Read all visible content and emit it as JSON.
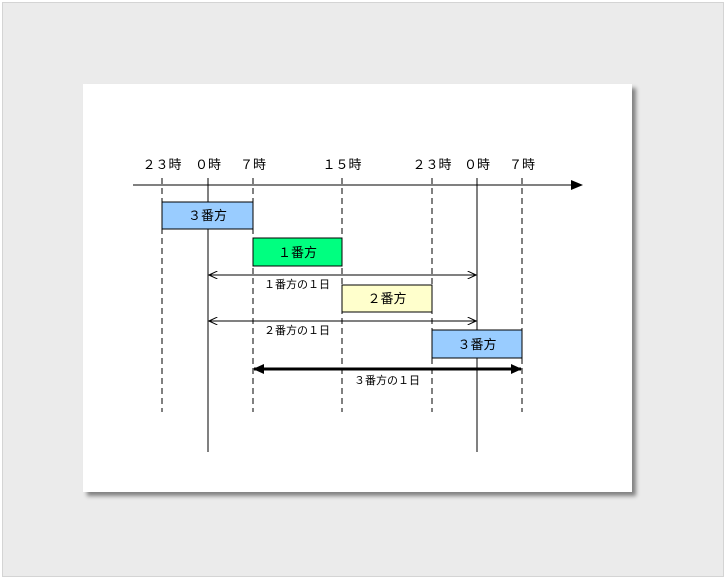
{
  "time_labels": [
    "２３時",
    "０時",
    "７時",
    "１５時",
    "２３時",
    "０時",
    "７時"
  ],
  "shifts": [
    {
      "label": "３番方",
      "color": "#99ccff"
    },
    {
      "label": "１番方",
      "color": "#00ff80"
    },
    {
      "label": "２番方",
      "color": "#ffffcc"
    },
    {
      "label": "３番方",
      "color": "#99ccff"
    }
  ],
  "spans": [
    {
      "label": "１番方の１日"
    },
    {
      "label": "２番方の１日"
    },
    {
      "label": "３番方の１日"
    }
  ],
  "colors": {
    "page_bg": "#ebebeb",
    "slide_bg": "#ffffff",
    "line": "#000000"
  }
}
